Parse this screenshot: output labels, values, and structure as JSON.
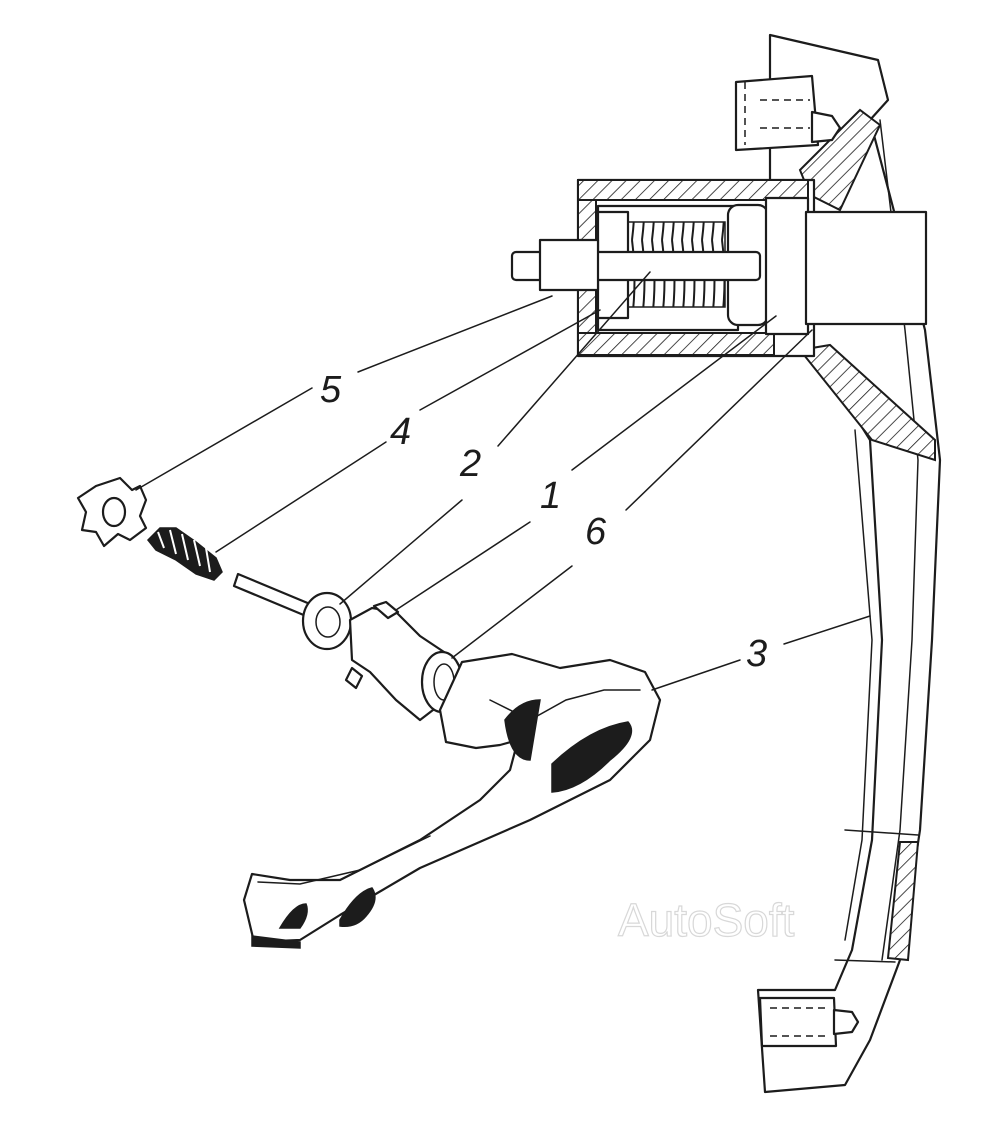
{
  "diagram": {
    "callouts": [
      {
        "id": "callout-5",
        "text": "5"
      },
      {
        "id": "callout-4",
        "text": "4"
      },
      {
        "id": "callout-2",
        "text": "2"
      },
      {
        "id": "callout-1",
        "text": "1"
      },
      {
        "id": "callout-6",
        "text": "6"
      },
      {
        "id": "callout-3",
        "text": "3"
      }
    ],
    "watermark": "AutoSoft"
  }
}
